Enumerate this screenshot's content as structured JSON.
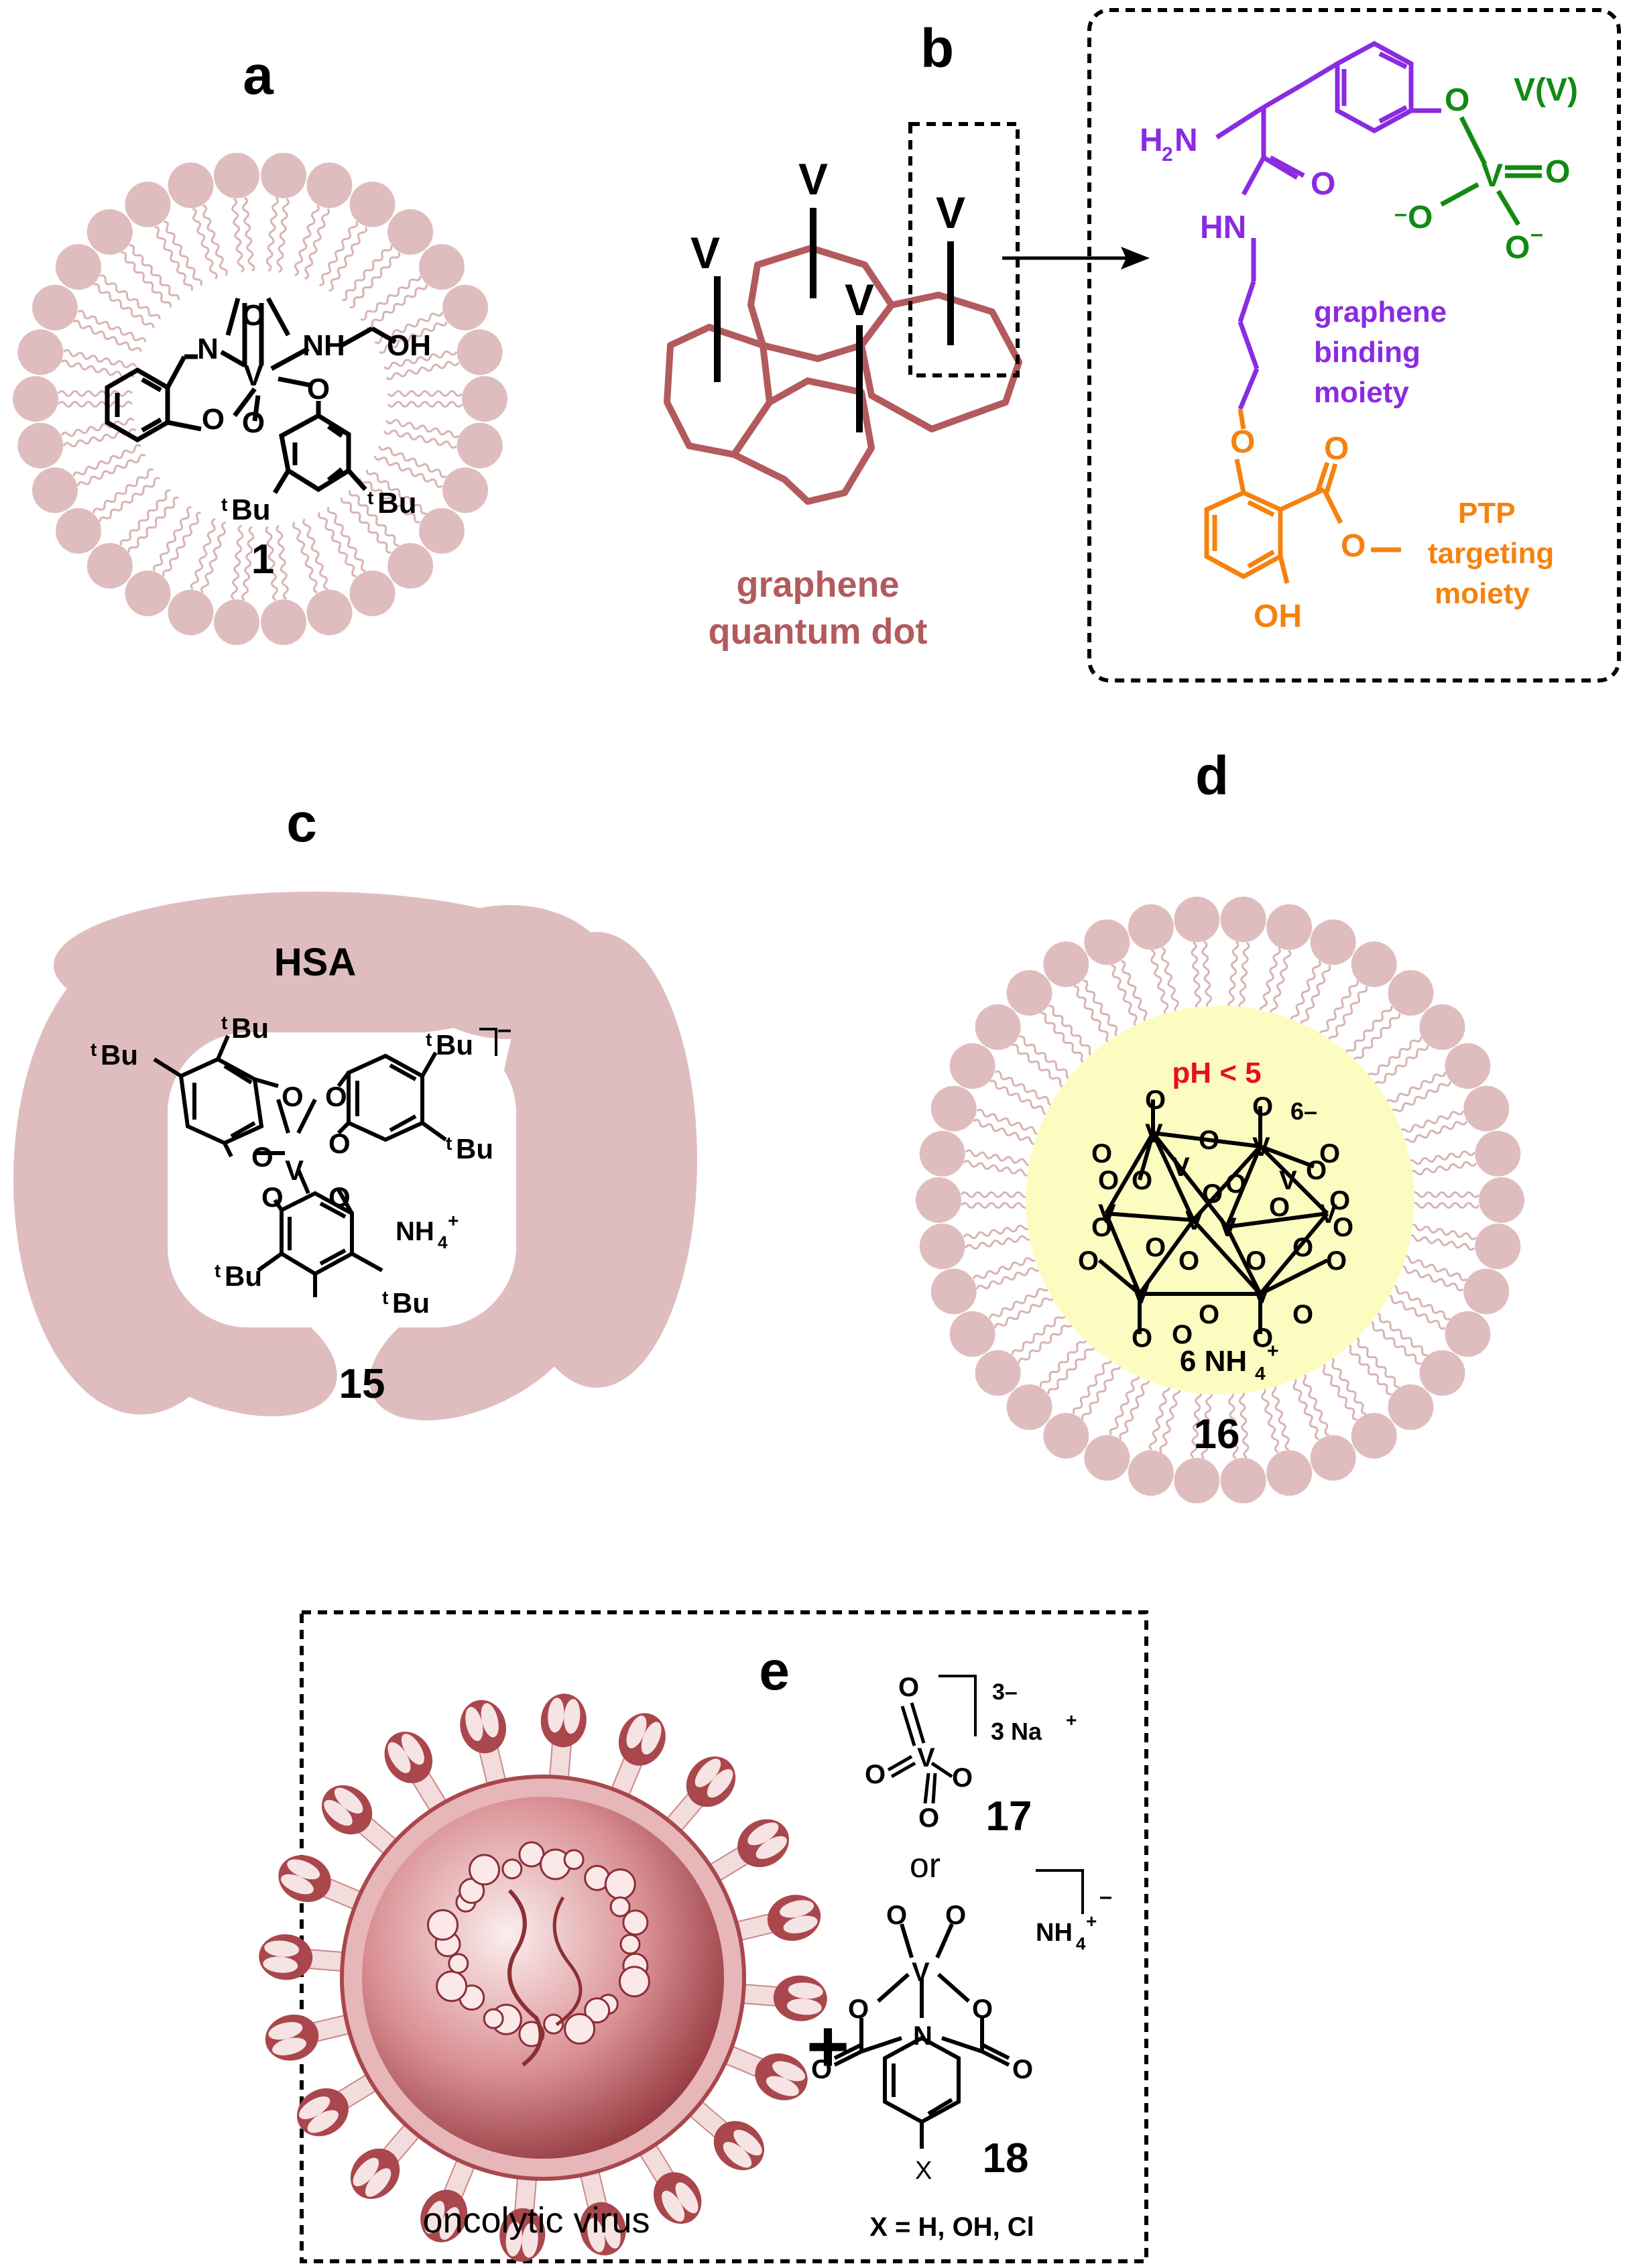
{
  "colors": {
    "mauve": "#dfbdbf",
    "mauve_tail": "#d9b3b5",
    "graphene": "#b25a5d",
    "purple": "#8a2be2",
    "green": "#118a11",
    "orange": "#f5820f",
    "red": "#e8101c",
    "yellow": "#fdfcc0",
    "virus": "#a9474c"
  },
  "panels": {
    "a": {
      "label": "a",
      "compound": "1",
      "atoms": {
        "o_top": "O",
        "n_imine": "N",
        "v": "V",
        "o_oxo": "O",
        "nh": "NH",
        "oh": "OH",
        "o_left": "O",
        "o_mid": "O",
        "o_right": "O",
        "tbu_left": "Bu",
        "tbu_right": "Bu",
        "tbu_sup": "t"
      }
    },
    "b": {
      "label": "b",
      "v_marks": [
        "V",
        "V",
        "V",
        "V"
      ],
      "gqd_line1": "graphene",
      "gqd_line2": "quantum dot",
      "inset": {
        "h2n": "H",
        "h2n_sub": "2",
        "h2n_n": "N",
        "o_amide": "O",
        "hn": "HN",
        "o_phenol": "O",
        "v_label": "V(V)",
        "v": "V",
        "o_eq": "O",
        "o_minus_left": "O",
        "o_minus_right": "O",
        "minus": "–",
        "binding_line1": "graphene",
        "binding_line2": "binding",
        "binding_line3": "moiety",
        "o_ether": "O",
        "o_carbonyl": "O",
        "o_ester": "O",
        "oh": "OH",
        "ptp_line1": "PTP",
        "ptp_line2": "targeting",
        "ptp_line3": "moiety"
      }
    },
    "c": {
      "label": "c",
      "protein": "HSA",
      "compound": "15",
      "counterion": "NH",
      "counterion_sub": "4",
      "counterion_sup": "+",
      "charge": "–",
      "v": "V",
      "tbu": "Bu",
      "tbu_sup": "t",
      "o": "O"
    },
    "d": {
      "label": "d",
      "ph": "pH < 5",
      "charge": "6–",
      "counterion": "6 NH",
      "counterion_sub": "4",
      "counterion_sup": "+",
      "compound": "16",
      "v": "V",
      "o": "O"
    },
    "e": {
      "label": "e",
      "virus": "oncolytic virus",
      "plus": "+",
      "or": "or",
      "c17": "17",
      "c17_charge": "3–",
      "c17_counterion": "3 Na",
      "c17_counterion_sup": "+",
      "c18": "18",
      "c18_counterion": "NH",
      "c18_counterion_sub": "4",
      "c18_counterion_sup": "+",
      "c18_charge": "–",
      "x_label": "X",
      "x_def": "X = H, OH, Cl",
      "v": "V",
      "o": "O",
      "n": "N"
    }
  }
}
